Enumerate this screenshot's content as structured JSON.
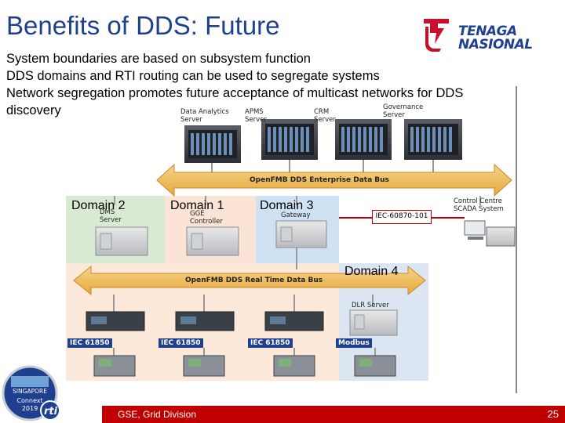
{
  "slide": {
    "title": "Benefits of DDS: Future",
    "bullets": [
      "System boundaries are based on subsystem function",
      "DDS domains and RTI routing can be used to segregate systems",
      "Network segregation promotes future acceptance of multicast networks for DDS discovery"
    ]
  },
  "logo": {
    "line1": "TENAGA",
    "line2": "NASIONAL",
    "colors": {
      "red": "#c8102e",
      "blue": "#1f3f8f"
    }
  },
  "diagram": {
    "top_servers": [
      "Data Analytics Server",
      "APMS Server",
      "CRM Server",
      "Governance Server"
    ],
    "enterprise_bus": "OpenFMB DDS Enterprise Data Bus",
    "realtime_bus": "OpenFMB DDS Real Time Data Bus",
    "domain_labels": [
      "Domain 2",
      "Domain 1",
      "Domain 3",
      "Domain 4"
    ],
    "domain_servers": [
      "DMS Server",
      "GGE Controller",
      "Gateway"
    ],
    "control_centre": "Control Centre SCADA System",
    "iec_box": "IEC-60870-101",
    "dlr_server": "DLR Server",
    "device_protocols": [
      "IEC 61850",
      "IEC 61850",
      "IEC 61850",
      "Modbus"
    ]
  },
  "badge": {
    "line1": "SINGAPORE",
    "line2": "Connext",
    "line3": "2019",
    "rti": "rti"
  },
  "footer": {
    "department": "GSE, Grid Division",
    "page_number": "25"
  },
  "colors": {
    "title": "#1f3f8f",
    "footer": "#c00000",
    "bus": "#e6a83a"
  }
}
